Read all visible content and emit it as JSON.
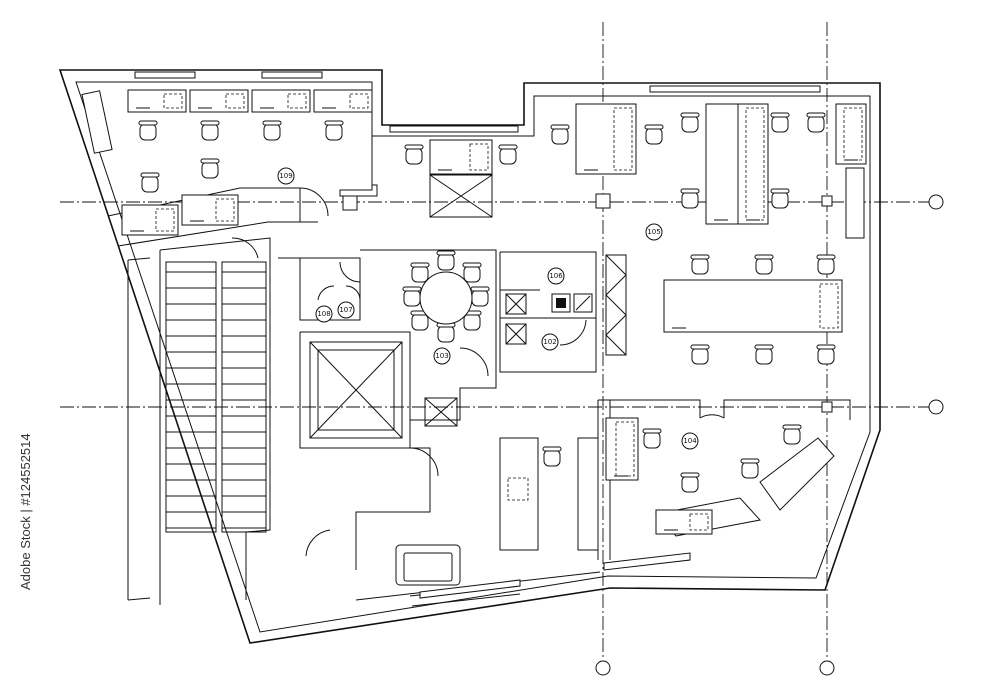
{
  "rooms": [
    {
      "id": "room-109",
      "label": "109"
    },
    {
      "id": "room-108",
      "label": "108"
    },
    {
      "id": "room-107",
      "label": "107"
    },
    {
      "id": "room-106",
      "label": "106"
    },
    {
      "id": "room-105",
      "label": "105"
    },
    {
      "id": "room-103",
      "label": "103"
    },
    {
      "id": "room-102",
      "label": "102"
    },
    {
      "id": "room-104",
      "label": "104"
    }
  ],
  "watermark": {
    "side_text": "Adobe Stock | #124552514"
  },
  "colors": {
    "line": "#111111",
    "background": "#ffffff"
  }
}
